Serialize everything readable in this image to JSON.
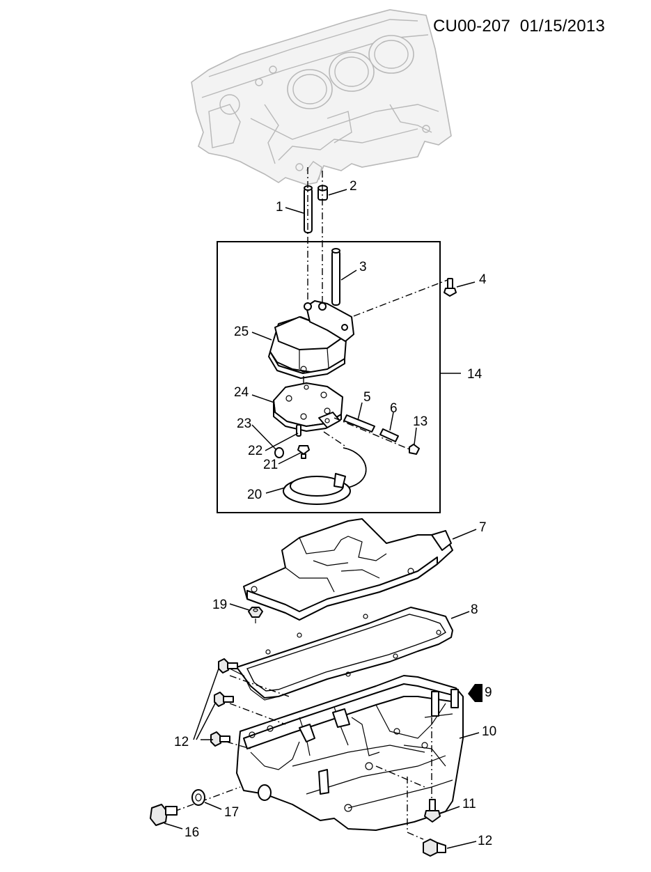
{
  "document_code": "CU00-207",
  "document_date": "01/15/2013",
  "callouts": [
    {
      "id": "c1",
      "label": "1"
    },
    {
      "id": "c2",
      "label": "2"
    },
    {
      "id": "c3",
      "label": "3"
    },
    {
      "id": "c4",
      "label": "4"
    },
    {
      "id": "c5",
      "label": "5"
    },
    {
      "id": "c6",
      "label": "6"
    },
    {
      "id": "c7",
      "label": "7"
    },
    {
      "id": "c8",
      "label": "8"
    },
    {
      "id": "c9",
      "label": "9"
    },
    {
      "id": "c10",
      "label": "10"
    },
    {
      "id": "c11",
      "label": "11"
    },
    {
      "id": "c12a",
      "label": "12"
    },
    {
      "id": "c12b",
      "label": "12"
    },
    {
      "id": "c13",
      "label": "13"
    },
    {
      "id": "c14",
      "label": "14"
    },
    {
      "id": "c16",
      "label": "16"
    },
    {
      "id": "c17",
      "label": "17"
    },
    {
      "id": "c19",
      "label": "19"
    },
    {
      "id": "c20",
      "label": "20"
    },
    {
      "id": "c21",
      "label": "21"
    },
    {
      "id": "c22",
      "label": "22"
    },
    {
      "id": "c23",
      "label": "23"
    },
    {
      "id": "c24",
      "label": "24"
    },
    {
      "id": "c25",
      "label": "25"
    }
  ],
  "colors": {
    "line": "#000000",
    "ghost": "#b8b8b8",
    "background": "#ffffff"
  }
}
